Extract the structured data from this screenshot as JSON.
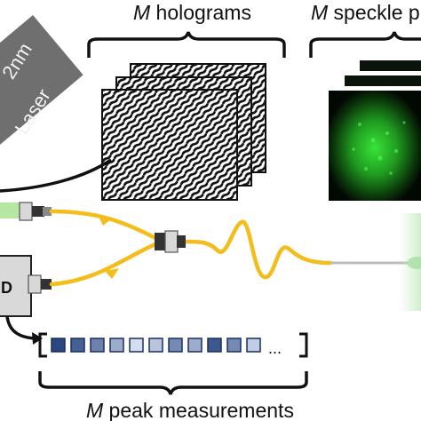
{
  "labels": {
    "holograms_var": "M",
    "holograms_text": " holograms",
    "speckle_var": "M",
    "speckle_text": " speckle p",
    "peak_var": "M",
    "peak_text": " peak measurements",
    "laser_top": "2nm",
    "laser_bottom": "Laser",
    "detector": "D",
    "ellipsis": "..."
  },
  "colors": {
    "fiber": "#f3bd1b",
    "laser_box": "#6f6f6f",
    "speckle_green": "#2fd12f",
    "measurement_dark": "#1f3f7a",
    "measurement_light": "#dfe6f6"
  },
  "measurements": {
    "count": 11,
    "levels": [
      0.95,
      0.8,
      0.6,
      0.35,
      0.05,
      0.2,
      0.55,
      0.35,
      0.85,
      0.55,
      0.15
    ]
  }
}
